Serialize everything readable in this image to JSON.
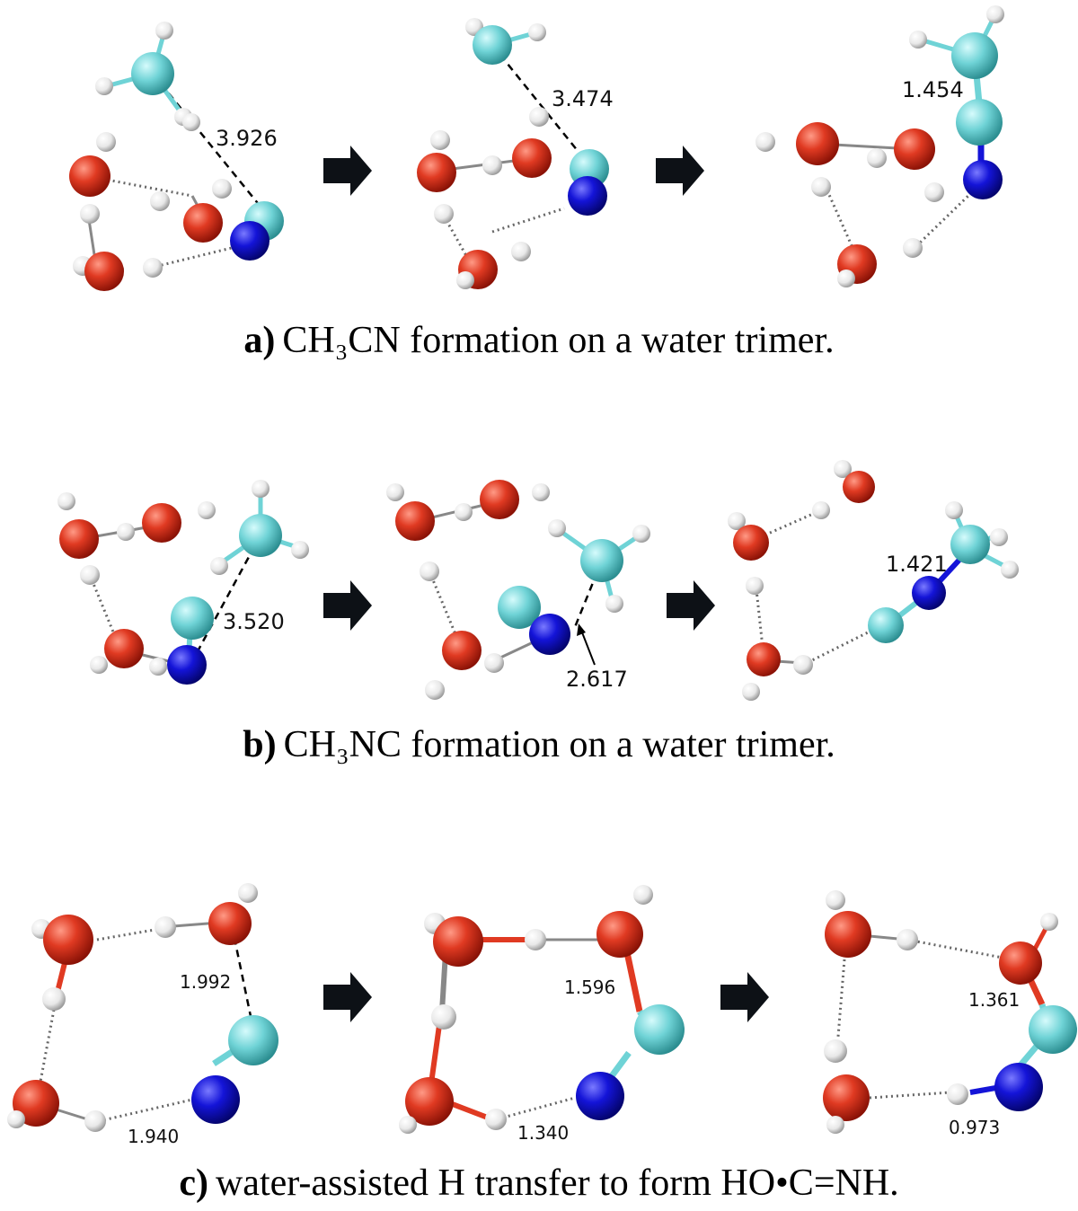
{
  "colors": {
    "oxygen": "#e03a22",
    "hydrogen": "#f2f2f2",
    "carbon": "#6fd3d6",
    "nitrogen": "#1414d8",
    "arrow": "#0d1116"
  },
  "panels": [
    {
      "id": "a",
      "caption_label": "a)",
      "caption_text": "CH₃CN formation on a water trimer.",
      "distances": [
        "3.926",
        "3.474",
        "1.454"
      ]
    },
    {
      "id": "b",
      "caption_label": "b)",
      "caption_text": "CH₃NC formation on a water trimer.",
      "distances": [
        "3.520",
        "2.617",
        "1.421"
      ]
    },
    {
      "id": "c",
      "caption_label": "c)",
      "caption_text": "water-assisted H transfer to form HO•C=NH.",
      "distances": [
        "1.992",
        "1.940",
        "1.596",
        "1.340",
        "1.361",
        "0.973"
      ]
    }
  ]
}
